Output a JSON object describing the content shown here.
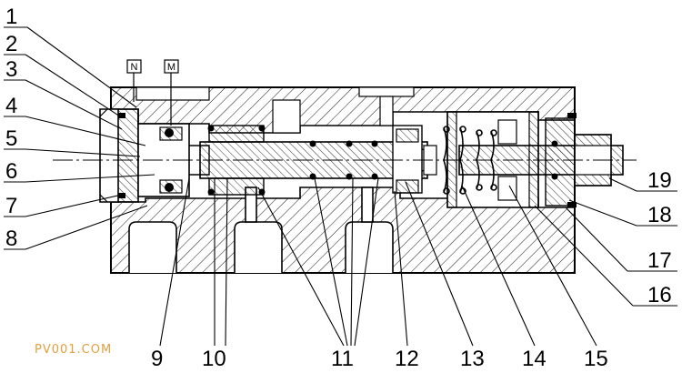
{
  "port_labels": {
    "n": "N",
    "m": "M"
  },
  "part_numbers": {
    "left": [
      "1",
      "2",
      "3",
      "4",
      "5",
      "6",
      "7",
      "8"
    ],
    "bottom": [
      "9",
      "10",
      "11",
      "12",
      "13",
      "14",
      "15"
    ],
    "right": [
      "19",
      "18",
      "17",
      "16"
    ]
  },
  "watermark": "PV001.COM",
  "colors": {
    "line": "#000000",
    "background": "#ffffff",
    "watermark": "#e0a040"
  }
}
